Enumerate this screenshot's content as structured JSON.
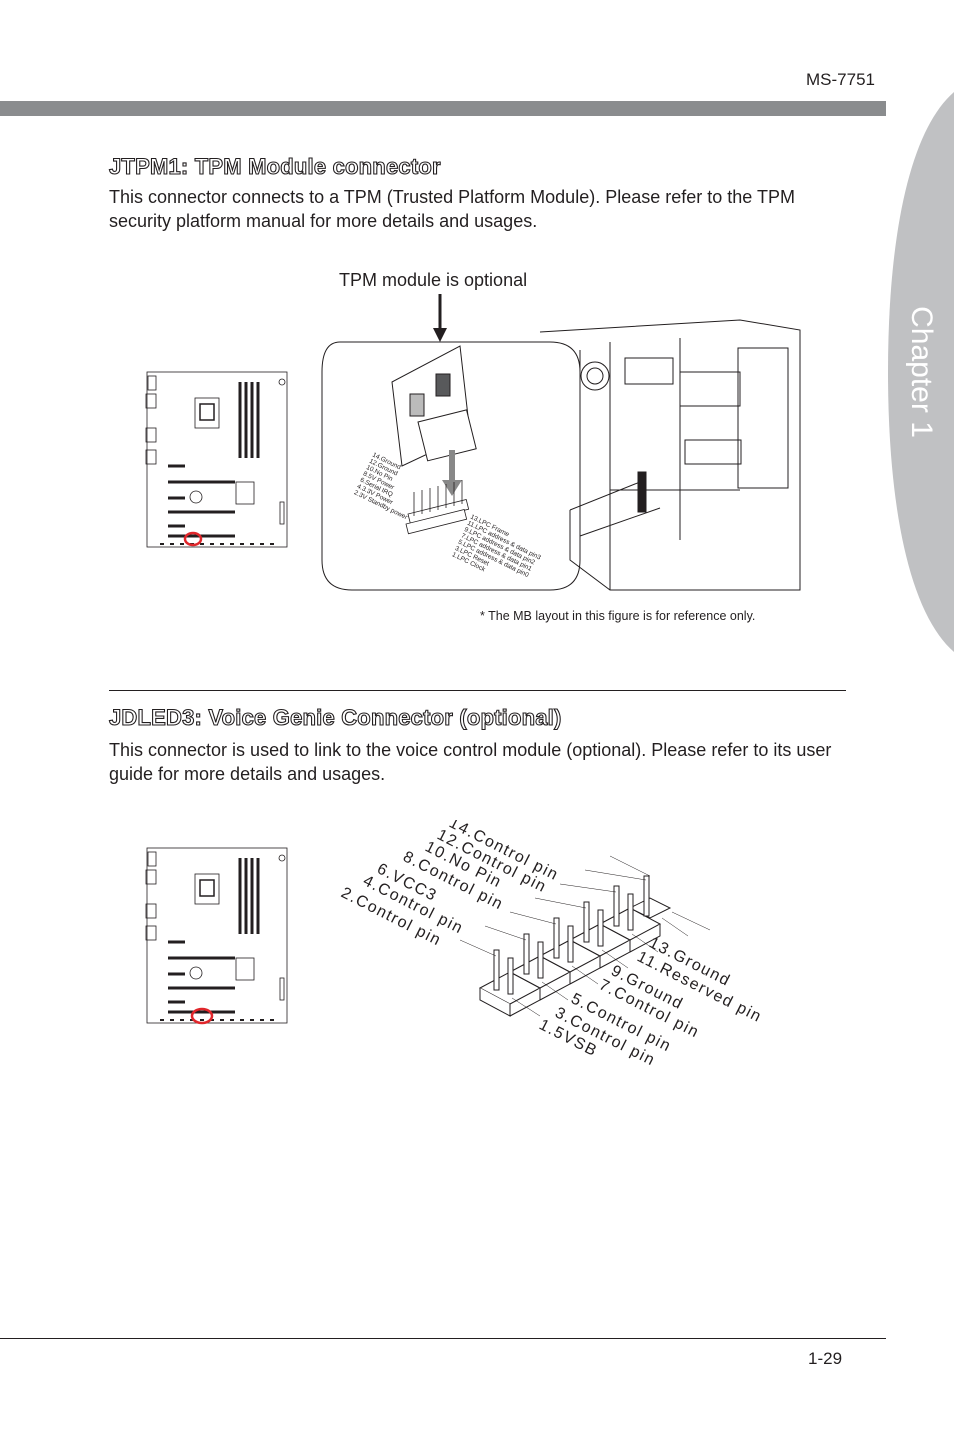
{
  "header": {
    "model": "MS-7751"
  },
  "side_tab": {
    "label": "Chapter 1"
  },
  "section1": {
    "title": "JTPM1: TPM Module connector",
    "body": "This connector connects to a TPM (Trusted Platform Module). Please refer to the TPM security platform manual for more details and usages.",
    "figure": {
      "callout": "TPM module is optional",
      "pins_even": [
        "14.Ground",
        "12.Ground",
        "10.No Pin",
        "8.5V Power",
        "6.Serial IRQ",
        "4.3.3V Power",
        "2.3V Standby power"
      ],
      "pins_odd": [
        "13.LPC Frame",
        "11.LPC address & data pin3",
        "9.LPC address & data pin2",
        "7.LPC address & data pin1",
        "5.LPC address & data pin0",
        "3.LPC Reset",
        "1.LPC Clock"
      ],
      "footnote": "* The MB layout in this figure is for reference only."
    }
  },
  "section2": {
    "title": "JDLED3: Voice Genie Connector (optional)",
    "body": "This connector is used to link to the voice control module (optional). Please refer to its user guide for more details and usages.",
    "figure": {
      "pins_even": [
        "14.Control pin",
        "12.Control pin",
        "10.No Pin",
        "8.Control pin",
        "6.VCC3",
        "4.Control pin",
        "2.Control pin"
      ],
      "pins_odd": [
        "13.Ground",
        "11.Reserved pin",
        "9.Ground",
        "7.Control pin",
        "5.Control pin",
        "3.Control pin",
        "1.5VSB"
      ]
    }
  },
  "footer": {
    "page": "1-29"
  },
  "colors": {
    "bar": "#8a8c8e",
    "tab": "#c0c1c3",
    "highlight": "#e0262b"
  }
}
